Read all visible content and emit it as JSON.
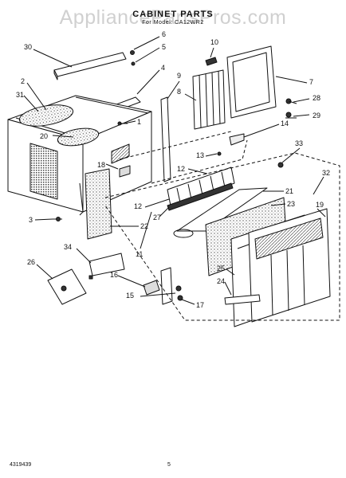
{
  "watermark": "AppliancePartsPros.com",
  "title": "CABINET PARTS",
  "subtitle": "For Model: CA12WR2",
  "footer": {
    "left": "4319439",
    "page": "5"
  },
  "callouts": [
    "30",
    "6",
    "5",
    "10",
    "2",
    "31",
    "4",
    "9",
    "7",
    "8",
    "1",
    "28",
    "29",
    "14",
    "20",
    "33",
    "18",
    "13",
    "12",
    "32",
    "21",
    "23",
    "19",
    "3",
    "27",
    "12",
    "22",
    "11",
    "34",
    "25",
    "26",
    "16",
    "24",
    "15",
    "17"
  ],
  "colors": {
    "line": "#111111",
    "stipple": "#555555"
  }
}
